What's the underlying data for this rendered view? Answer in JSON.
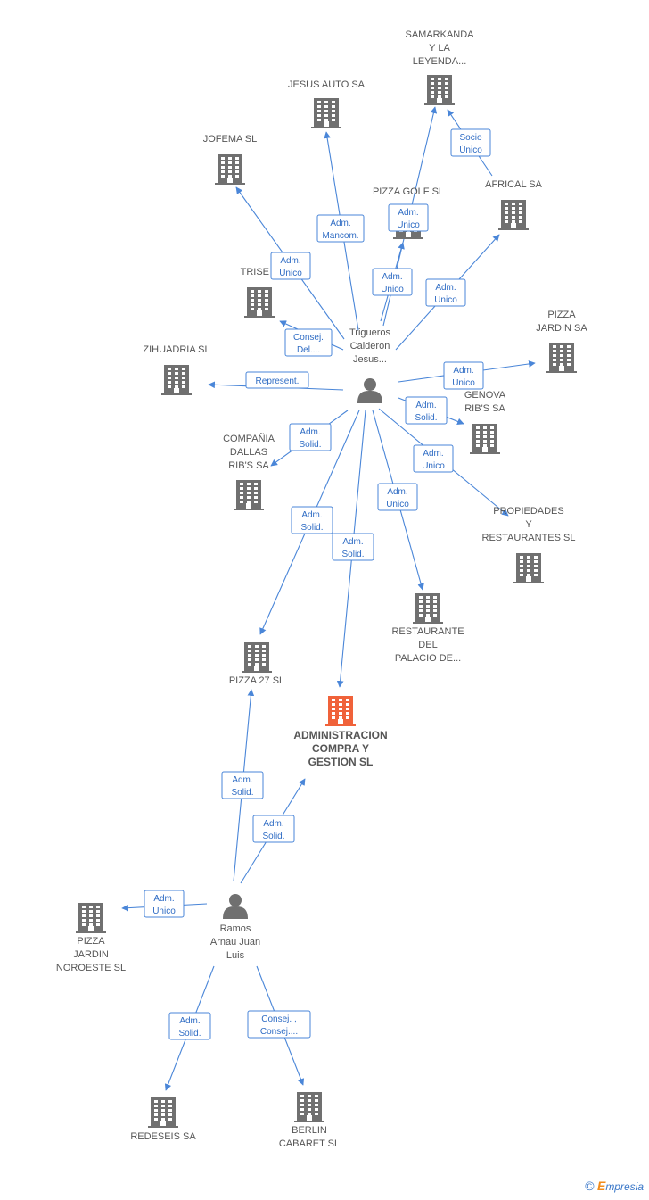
{
  "nodes": [
    {
      "id": "samarkanda",
      "kind": "company",
      "label": [
        "SAMARKANDA",
        "Y LA",
        "LEYENDA..."
      ]
    },
    {
      "id": "jesus_auto",
      "kind": "company",
      "label": [
        "JESUS AUTO SA"
      ]
    },
    {
      "id": "jofema",
      "kind": "company",
      "label": [
        "JOFEMA SL"
      ]
    },
    {
      "id": "pizza_golf",
      "kind": "company",
      "label": [
        "PIZZA GOLF SL"
      ]
    },
    {
      "id": "africal",
      "kind": "company",
      "label": [
        "AFRICAL SA"
      ]
    },
    {
      "id": "trise",
      "kind": "company",
      "label": [
        "TRISE S"
      ]
    },
    {
      "id": "pizza_jardin",
      "kind": "company",
      "label": [
        "PIZZA",
        "JARDIN SA"
      ]
    },
    {
      "id": "zihuadria",
      "kind": "company",
      "label": [
        "ZIHUADRIA  SL"
      ]
    },
    {
      "id": "genova",
      "kind": "company",
      "label": [
        "GENOVA",
        "RIB'S SA"
      ]
    },
    {
      "id": "dallas",
      "kind": "company",
      "label": [
        "COMPAÑIA",
        "DALLAS",
        "RIB'S SA"
      ]
    },
    {
      "id": "propiedades",
      "kind": "company",
      "label": [
        "PROPIEDADES",
        "Y",
        "RESTAURANTES SL"
      ]
    },
    {
      "id": "restaurante",
      "kind": "company",
      "label": [
        "RESTAURANTE",
        "DEL",
        "PALACIO DE..."
      ]
    },
    {
      "id": "pizza27",
      "kind": "company",
      "label": [
        "PIZZA 27 SL"
      ]
    },
    {
      "id": "admin",
      "kind": "company",
      "main": true,
      "label": [
        "ADMINISTRACION",
        "COMPRA Y",
        "GESTION SL"
      ]
    },
    {
      "id": "jardin_noroeste",
      "kind": "company",
      "label": [
        "PIZZA",
        "JARDIN",
        "NOROESTE SL"
      ]
    },
    {
      "id": "redeseis",
      "kind": "company",
      "label": [
        "REDESEIS SA"
      ]
    },
    {
      "id": "berlin",
      "kind": "company",
      "label": [
        "BERLIN",
        "CABARET  SL"
      ]
    },
    {
      "id": "trigueros",
      "kind": "person",
      "label": [
        "Trigueros",
        "Calderon",
        "Jesus..."
      ]
    },
    {
      "id": "ramos",
      "kind": "person",
      "label": [
        "Ramos",
        "Arnau Juan",
        "Luis"
      ]
    }
  ],
  "edges": [
    {
      "from": "trigueros",
      "to": "jesus_auto",
      "label": [
        "Adm.",
        "Mancom."
      ]
    },
    {
      "from": "trigueros",
      "to": "jofema",
      "label": [
        "Adm.",
        "Unico"
      ]
    },
    {
      "from": "trigueros",
      "to": "samarkanda",
      "label": [
        "Adm.",
        "Unico"
      ]
    },
    {
      "from": "trigueros",
      "to": "pizza_golf",
      "label": [
        "Adm.",
        "Unico"
      ]
    },
    {
      "from": "trigueros",
      "to": "africal",
      "label": [
        "Adm.",
        "Unico"
      ]
    },
    {
      "from": "africal",
      "to": "samarkanda",
      "label": [
        "Socio",
        "Único"
      ]
    },
    {
      "from": "trigueros",
      "to": "trise",
      "label": [
        "Consej.",
        "Del...."
      ]
    },
    {
      "from": "trigueros",
      "to": "zihuadria",
      "label": [
        "Represent."
      ]
    },
    {
      "from": "trigueros",
      "to": "pizza_jardin",
      "label": [
        "Adm.",
        "Unico"
      ]
    },
    {
      "from": "trigueros",
      "to": "genova",
      "label": [
        "Adm.",
        "Solid."
      ]
    },
    {
      "from": "trigueros",
      "to": "dallas",
      "label": [
        "Adm.",
        "Solid."
      ]
    },
    {
      "from": "trigueros",
      "to": "propiedades",
      "label": [
        "Adm.",
        "Unico"
      ]
    },
    {
      "from": "trigueros",
      "to": "restaurante",
      "label": [
        "Adm.",
        "Unico"
      ]
    },
    {
      "from": "trigueros",
      "to": "pizza27",
      "label": [
        "Adm.",
        "Solid."
      ]
    },
    {
      "from": "trigueros",
      "to": "admin",
      "label": [
        "Adm.",
        "Solid."
      ]
    },
    {
      "from": "ramos",
      "to": "pizza27",
      "label": [
        "Adm.",
        "Solid."
      ]
    },
    {
      "from": "ramos",
      "to": "admin",
      "label": [
        "Adm.",
        "Solid."
      ]
    },
    {
      "from": "ramos",
      "to": "jardin_noroeste",
      "label": [
        "Adm.",
        "Unico"
      ]
    },
    {
      "from": "ramos",
      "to": "redeseis",
      "label": [
        "Adm.",
        "Solid."
      ]
    },
    {
      "from": "ramos",
      "to": "berlin",
      "label": [
        "Consej. ,",
        "Consej...."
      ]
    }
  ],
  "colors": {
    "edge": "#4a86d8",
    "company": "#707070",
    "main_company": "#f0623a",
    "person": "#707070"
  },
  "logo": {
    "copyright": "©",
    "brand_initial": "E",
    "brand_rest": "mpresia"
  }
}
